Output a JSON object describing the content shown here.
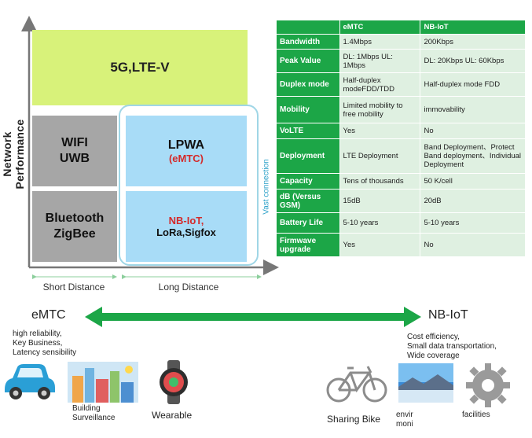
{
  "chart": {
    "y_axis_label": "Network Performance",
    "box_5g": "5G,LTE-V",
    "box_wifi": [
      "WIFI",
      "UWB"
    ],
    "box_bt": [
      "Bluetooth",
      "ZigBee"
    ],
    "box_lpwa": "LPWA",
    "box_lpwa_sub": "(eMTC)",
    "box_nb_red": "NB-IoT,",
    "box_nb_rest": "LoRa,Sigfox",
    "vast_label": "Vast connection",
    "short_distance": "Short Distance",
    "long_distance": "Long Distance"
  },
  "table": {
    "header": [
      "",
      "eMTC",
      "NB-IoT"
    ],
    "rows": [
      [
        "Bandwidth",
        "1.4Mbps",
        "200Kbps"
      ],
      [
        "Peak Value",
        "DL: 1Mbps UL: 1Mbps",
        "DL: 20Kbps UL: 60Kbps"
      ],
      [
        "Duplex mode",
        "Half-duplex modeFDD/TDD",
        "Half-duplex mode FDD"
      ],
      [
        "Mobility",
        "Limited mobility to free mobility",
        "immovability"
      ],
      [
        "VoLTE",
        "Yes",
        "No"
      ],
      [
        "Deployment",
        "LTE Deployment",
        "Band Deployment、Protect Band deployment、Individual Deployment"
      ],
      [
        "Capacity",
        "Tens of thousands",
        "50 K/cell"
      ],
      [
        "dB (Versus GSM)",
        "15dB",
        "20dB"
      ],
      [
        "Battery Life",
        "5-10 years",
        "5-10 years"
      ],
      [
        "Firmwave upgrade",
        "Yes",
        "No"
      ]
    ]
  },
  "bottom": {
    "left_title": "eMTC",
    "right_title": "NB-IoT",
    "left_desc": [
      "high reliability,",
      "Key Business,",
      "Latency sensibility"
    ],
    "right_desc": [
      "Cost efficiency,",
      "Small data transportation,",
      "Wide coverage"
    ],
    "building_label": [
      "Building",
      "Surveillance"
    ],
    "wearable_label": "Wearable",
    "bike_label": "Sharing Bike",
    "env_label": [
      "envir",
      "moni"
    ],
    "facilities_label": [
      "",
      "facilities"
    ]
  },
  "colors": {
    "green": "#1ca647",
    "yellow_green": "#d8f27a",
    "grey": "#a6a6a6",
    "light_blue": "#a8dcf7",
    "red": "#d42a2a"
  }
}
